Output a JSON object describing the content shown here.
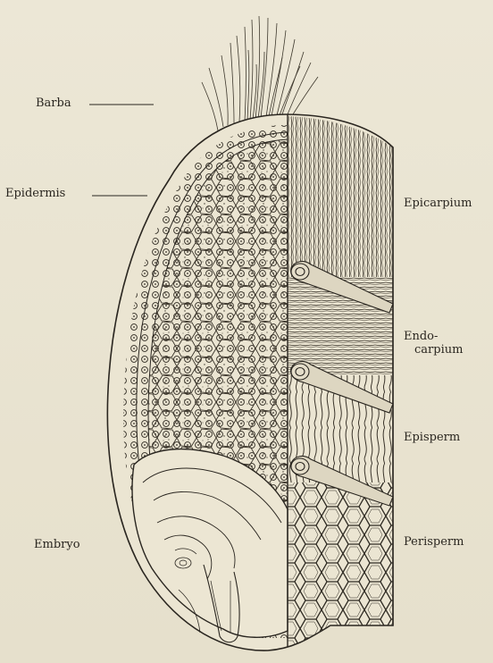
{
  "figure": {
    "labels": {
      "barba": "Barba",
      "epidermis": "Epidermis",
      "epicarpium": "Epicarpium",
      "endocarpium_line1": "Endo-",
      "endocarpium_line2": "carpium",
      "episperm": "Episperm",
      "embryo": "Embryo",
      "perisperm": "Perisperm"
    },
    "colors": {
      "paper": "#e9e4d3",
      "ink": "#2a2620"
    }
  }
}
